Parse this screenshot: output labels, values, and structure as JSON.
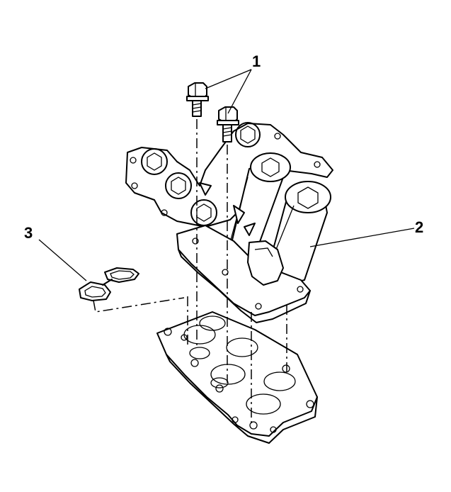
{
  "callouts": {
    "bolts": "1",
    "manifold": "2",
    "gasket": "3"
  },
  "colors": {
    "line": "#000000",
    "background": "#ffffff"
  }
}
